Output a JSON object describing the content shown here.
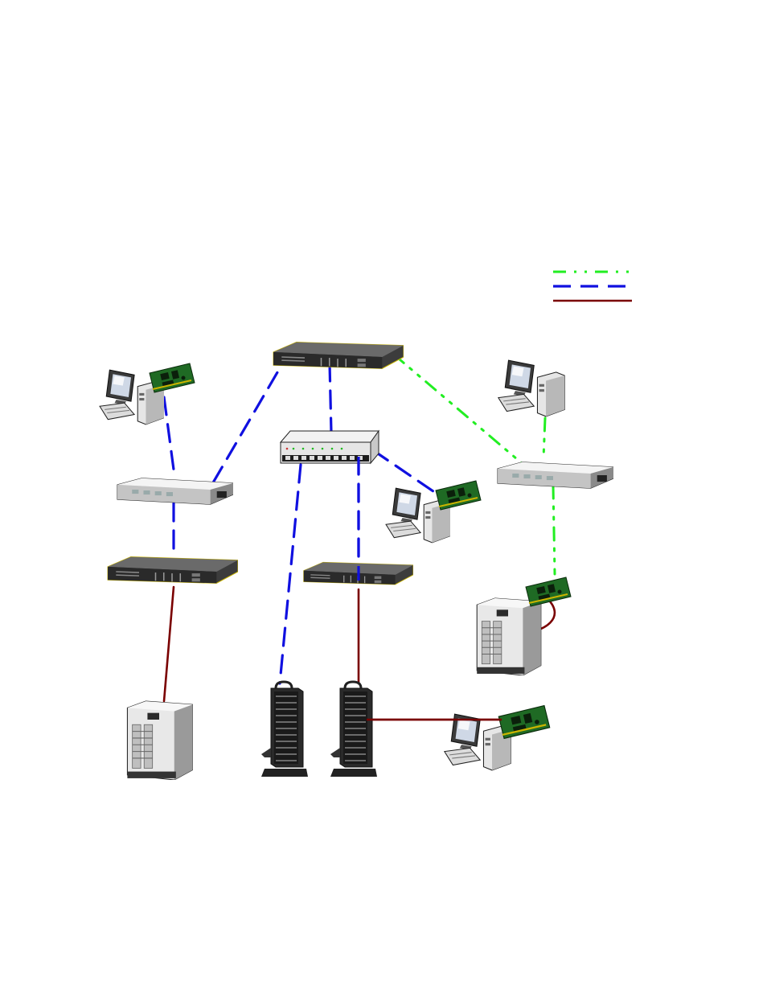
{
  "legend": [
    {
      "line_style": "dash-dot-dot",
      "color": "#22ee22"
    },
    {
      "line_style": "dashed",
      "color": "#1010e0"
    },
    {
      "line_style": "solid",
      "color": "#7a0000"
    }
  ],
  "colors": {
    "green_link": "#22ee22",
    "blue_link": "#1010e0",
    "red_link": "#7a0000",
    "device_dark": "#3c3c3c",
    "device_light": "#e2e2e2",
    "card_green": "#1f6a24"
  },
  "devices": [
    {
      "id": "workstation-1",
      "icon": "workstation-icon"
    },
    {
      "id": "adapter-card-1",
      "icon": "network-card-icon"
    },
    {
      "id": "switch-top",
      "icon": "rack-switch-icon"
    },
    {
      "id": "hub-center",
      "icon": "hub-icon"
    },
    {
      "id": "workstation-2",
      "icon": "workstation-icon"
    },
    {
      "id": "switch-left",
      "icon": "switch-icon"
    },
    {
      "id": "switch-right",
      "icon": "switch-icon"
    },
    {
      "id": "workstation-3",
      "icon": "workstation-icon"
    },
    {
      "id": "adapter-card-2",
      "icon": "network-card-icon"
    },
    {
      "id": "router-left",
      "icon": "rack-switch-icon"
    },
    {
      "id": "router-center",
      "icon": "rack-switch-icon"
    },
    {
      "id": "server-right",
      "icon": "server-icon"
    },
    {
      "id": "adapter-card-3",
      "icon": "network-card-icon"
    },
    {
      "id": "server-left",
      "icon": "server-icon"
    },
    {
      "id": "storage-tower-1",
      "icon": "storage-tower-icon"
    },
    {
      "id": "storage-tower-2",
      "icon": "storage-tower-icon"
    },
    {
      "id": "workstation-4",
      "icon": "workstation-icon"
    },
    {
      "id": "adapter-card-4",
      "icon": "network-card-icon"
    }
  ],
  "links": [
    {
      "from": "switch-top",
      "to": "switch-left",
      "type": "dashed"
    },
    {
      "from": "switch-top",
      "to": "hub-center",
      "type": "dashed"
    },
    {
      "from": "switch-top",
      "to": "switch-right",
      "type": "dash-dot-dot"
    },
    {
      "from": "adapter-card-1",
      "to": "switch-left",
      "type": "dashed"
    },
    {
      "from": "switch-left",
      "to": "router-left",
      "type": "dashed"
    },
    {
      "from": "hub-center",
      "to": "adapter-card-2",
      "type": "dashed"
    },
    {
      "from": "hub-center",
      "to": "storage-tower-1",
      "type": "dashed"
    },
    {
      "from": "hub-center",
      "to": "router-center",
      "type": "dashed"
    },
    {
      "from": "workstation-3",
      "to": "switch-right",
      "type": "dash-dot-dot"
    },
    {
      "from": "switch-right",
      "to": "adapter-card-3",
      "type": "dash-dot-dot"
    },
    {
      "from": "router-left",
      "to": "server-left",
      "type": "solid"
    },
    {
      "from": "router-center",
      "to": "storage-tower-2",
      "type": "solid"
    },
    {
      "from": "storage-tower-2",
      "to": "workstation-4",
      "type": "solid"
    },
    {
      "from": "adapter-card-3",
      "to": "server-right",
      "type": "solid-arrow"
    }
  ]
}
